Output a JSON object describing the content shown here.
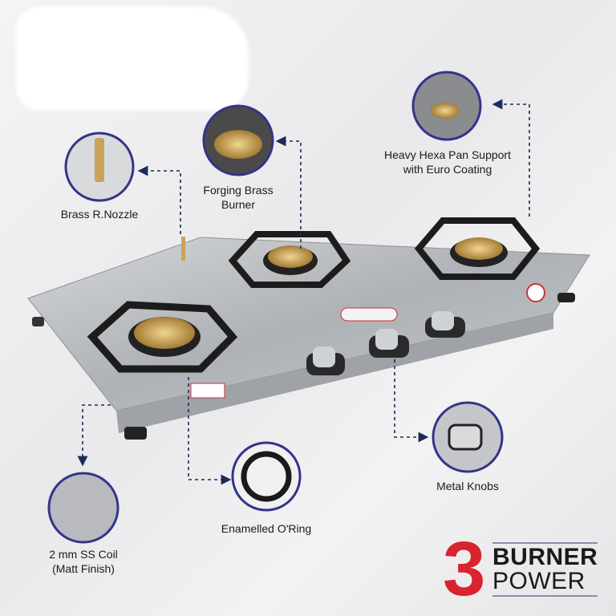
{
  "callouts": {
    "nozzle": "Brass R.Nozzle",
    "burner_line1": "Forging Brass",
    "burner_line2": "Burner",
    "pan_line1": "Heavy Hexa Pan Support",
    "pan_line2": "with Euro Coating",
    "knobs": "Metal Knobs",
    "oring": "Enamelled O'Ring",
    "coil_line1": "2 mm SS Coil",
    "coil_line2": "(Matt Finish)"
  },
  "badge": {
    "number": "3",
    "line1": "BURNER",
    "line2": "POWER"
  },
  "colors": {
    "accent_red": "#d9232e",
    "circle_border": "#34348a",
    "steel": "#b9bcc0",
    "brass": "#c9a35a"
  }
}
